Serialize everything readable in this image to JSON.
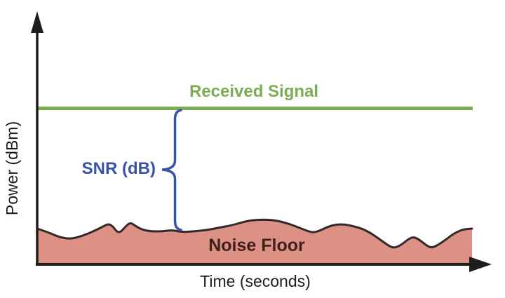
{
  "figure": {
    "received_signal_label": "Received Signal",
    "snr_label": "SNR (dB)",
    "noise_floor_label": "Noise Floor",
    "x_axis_label": "Time (seconds)",
    "y_axis_label": "Power (dBm)"
  },
  "colors": {
    "signal_green": "#7dad52",
    "snr_blue": "#3a53a8",
    "noise_fill": "#dc9184",
    "noise_outline": "#33282a",
    "noise_text": "#43201a",
    "axis": "#1d1d1d"
  },
  "chart_data": {
    "type": "line",
    "title": "",
    "xlabel": "Time (seconds)",
    "ylabel": "Power (dBm)",
    "grid": false,
    "legend": "none",
    "series": [
      {
        "name": "Received Signal",
        "style": "constant horizontal line at high power",
        "color": "#7dad52"
      },
      {
        "name": "Noise Floor",
        "style": "irregular wavy band at low power, shaded fill",
        "color": "#dc9184"
      }
    ],
    "annotations": [
      {
        "label": "SNR (dB)",
        "style": "curly brace spanning the gap between the received signal line and the noise floor"
      }
    ]
  },
  "geometry": {
    "plot": {
      "axis_x": 53,
      "axis_y": 377,
      "right_edge": 673,
      "signal_y": 154.5,
      "signal_x1": 53,
      "signal_x2": 674
    },
    "brace": {
      "x_stem": 249.5,
      "x_end": 258,
      "x_tip": 231,
      "y_top": 157,
      "y_mid": 242,
      "y_bottom": 328,
      "hook": 13,
      "cusp": 13
    },
    "noise_wave_points": [
      [
        53,
        326
      ],
      [
        68,
        331
      ],
      [
        84,
        338
      ],
      [
        100,
        341
      ],
      [
        116,
        337
      ],
      [
        133,
        330
      ],
      [
        147,
        323
      ],
      [
        155,
        319
      ],
      [
        161,
        323
      ],
      [
        167,
        331
      ],
      [
        172,
        331
      ],
      [
        179,
        323
      ],
      [
        186,
        317
      ],
      [
        194,
        323
      ],
      [
        204,
        328
      ],
      [
        216,
        330
      ],
      [
        232,
        330
      ],
      [
        246,
        328
      ],
      [
        259,
        331
      ],
      [
        276,
        330
      ],
      [
        296,
        328
      ],
      [
        316,
        324
      ],
      [
        332,
        321
      ],
      [
        352,
        315
      ],
      [
        372,
        313
      ],
      [
        392,
        314
      ],
      [
        412,
        319
      ],
      [
        432,
        327
      ],
      [
        446,
        332
      ],
      [
        456,
        329
      ],
      [
        468,
        323
      ],
      [
        480,
        320
      ],
      [
        492,
        320
      ],
      [
        505,
        323
      ],
      [
        516,
        326
      ],
      [
        528,
        332
      ],
      [
        541,
        341
      ],
      [
        552,
        349
      ],
      [
        561,
        354
      ],
      [
        571,
        350
      ],
      [
        581,
        342
      ],
      [
        588,
        338
      ],
      [
        595,
        340
      ],
      [
        603,
        346
      ],
      [
        611,
        352
      ],
      [
        617,
        353
      ],
      [
        625,
        349
      ],
      [
        634,
        343
      ],
      [
        643,
        336
      ],
      [
        651,
        331
      ],
      [
        661,
        327
      ],
      [
        673,
        326
      ]
    ]
  }
}
